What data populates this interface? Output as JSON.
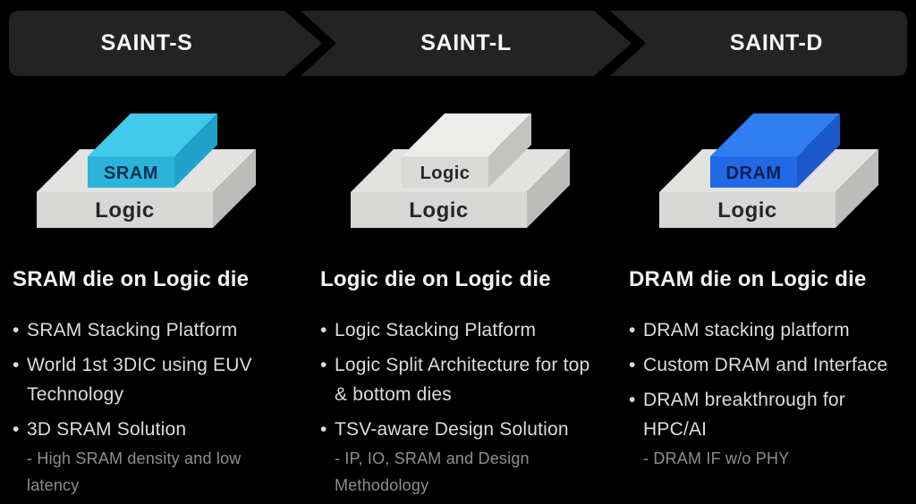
{
  "banner": {
    "segment_color": "#232323",
    "items": [
      {
        "label": "SAINT-S"
      },
      {
        "label": "SAINT-L"
      },
      {
        "label": "SAINT-D"
      }
    ]
  },
  "glyphs": {
    "bullet": "•"
  },
  "columns": [
    {
      "id": "saint-s",
      "heading": "SRAM die on Logic die",
      "stack": {
        "top_die": "SRAM",
        "bottom_die": "Logic",
        "top_colors": {
          "top": "#41c9ec",
          "front": "#2bb4da",
          "side": "#1fa2c8",
          "label": "#0a3050"
        },
        "base_colors": {
          "top": "#e2e2e0",
          "front": "#d7d7d5",
          "side": "#bcbcba",
          "label": "#262626"
        }
      },
      "bullets": [
        {
          "text": "SRAM Stacking Platform",
          "sub": ""
        },
        {
          "text": "World 1st 3DIC using EUV Technology",
          "sub": ""
        },
        {
          "text": "3D SRAM Solution",
          "sub": "- High SRAM density and low latency"
        }
      ]
    },
    {
      "id": "saint-l",
      "heading": "Logic die on Logic die",
      "stack": {
        "top_die": "Logic",
        "bottom_die": "Logic",
        "top_colors": {
          "top": "#ececea",
          "front": "#d9d9d7",
          "side": "#c3c3c1",
          "label": "#262626"
        },
        "base_colors": {
          "top": "#e2e2e0",
          "front": "#d7d7d5",
          "side": "#bcbcba",
          "label": "#262626"
        }
      },
      "bullets": [
        {
          "text": "Logic Stacking Platform",
          "sub": ""
        },
        {
          "text": "Logic Split Architecture for top & bottom dies",
          "sub": ""
        },
        {
          "text": "TSV-aware Design Solution",
          "sub": "- IP, IO, SRAM and Design Methodology"
        }
      ]
    },
    {
      "id": "saint-d",
      "heading": "DRAM die on Logic die",
      "stack": {
        "top_die": "DRAM",
        "bottom_die": "Logic",
        "top_colors": {
          "top": "#2f7ef2",
          "front": "#2269e6",
          "side": "#1a58cc",
          "label": "#0a1f4e"
        },
        "base_colors": {
          "top": "#e2e2e0",
          "front": "#d7d7d5",
          "side": "#bcbcba",
          "label": "#262626"
        }
      },
      "bullets": [
        {
          "text": "DRAM stacking platform",
          "sub": ""
        },
        {
          "text": "Custom DRAM and Interface",
          "sub": ""
        },
        {
          "text": "DRAM breakthrough for HPC/AI",
          "sub": "- DRAM IF w/o PHY"
        }
      ]
    }
  ]
}
